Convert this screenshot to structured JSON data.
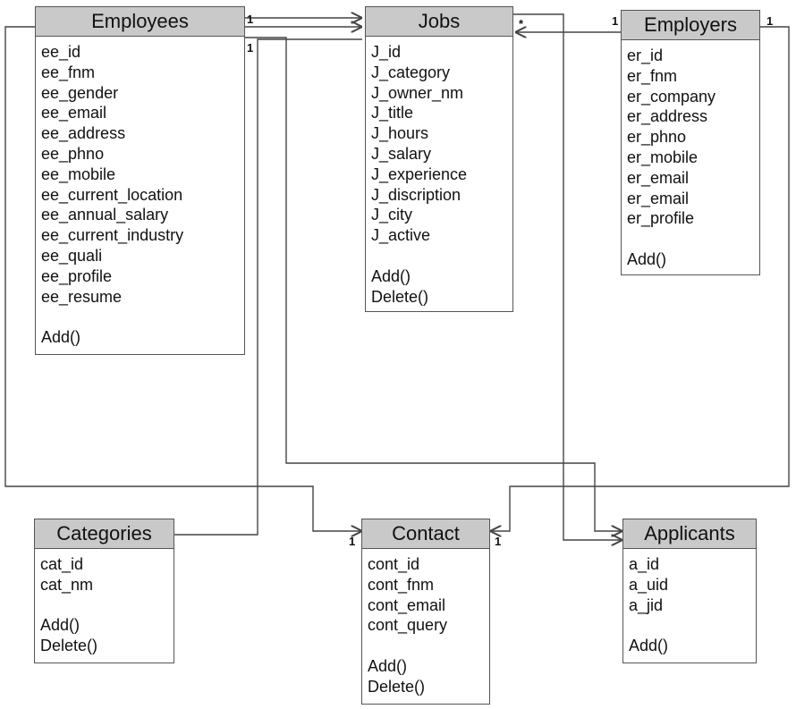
{
  "classes": {
    "employees": {
      "name": "Employees",
      "attributes": [
        "ee_id",
        "ee_fnm",
        "ee_gender",
        "ee_email",
        "ee_address",
        "ee_phno",
        "ee_mobile",
        "ee_current_location",
        "ee_annual_salary",
        "ee_current_industry",
        "ee_quali",
        "ee_profile",
        "ee_resume"
      ],
      "methods": [
        "Add()"
      ]
    },
    "jobs": {
      "name": "Jobs",
      "attributes": [
        "J_id",
        "J_category",
        "J_owner_nm",
        "J_title",
        "J_hours",
        "J_salary",
        "J_experience",
        "J_discription",
        "J_city",
        "J_active"
      ],
      "methods": [
        "Add()",
        "Delete()"
      ]
    },
    "employers": {
      "name": "Employers",
      "attributes": [
        "er_id",
        "er_fnm",
        "er_company",
        "er_address",
        "er_phno",
        "er_mobile",
        "er_email",
        "er_email",
        "er_profile"
      ],
      "methods": [
        "Add()"
      ]
    },
    "categories": {
      "name": "Categories",
      "attributes": [
        "cat_id",
        "cat_nm"
      ],
      "methods": [
        "Add()",
        "Delete()"
      ]
    },
    "contact": {
      "name": "Contact",
      "attributes": [
        "cont_id",
        "cont_fnm",
        "cont_email",
        "cont_query"
      ],
      "methods": [
        "Add()",
        "Delete()"
      ]
    },
    "applicants": {
      "name": "Applicants",
      "attributes": [
        "a_id",
        "a_uid",
        "a_jid"
      ],
      "methods": [
        "Add()"
      ]
    }
  },
  "multiplicities": {
    "employees_top": "1",
    "employees_mid": "1",
    "jobs_star": "*",
    "employers_left": "1",
    "employers_right": "1",
    "contact_left": "1",
    "contact_right": "1"
  }
}
